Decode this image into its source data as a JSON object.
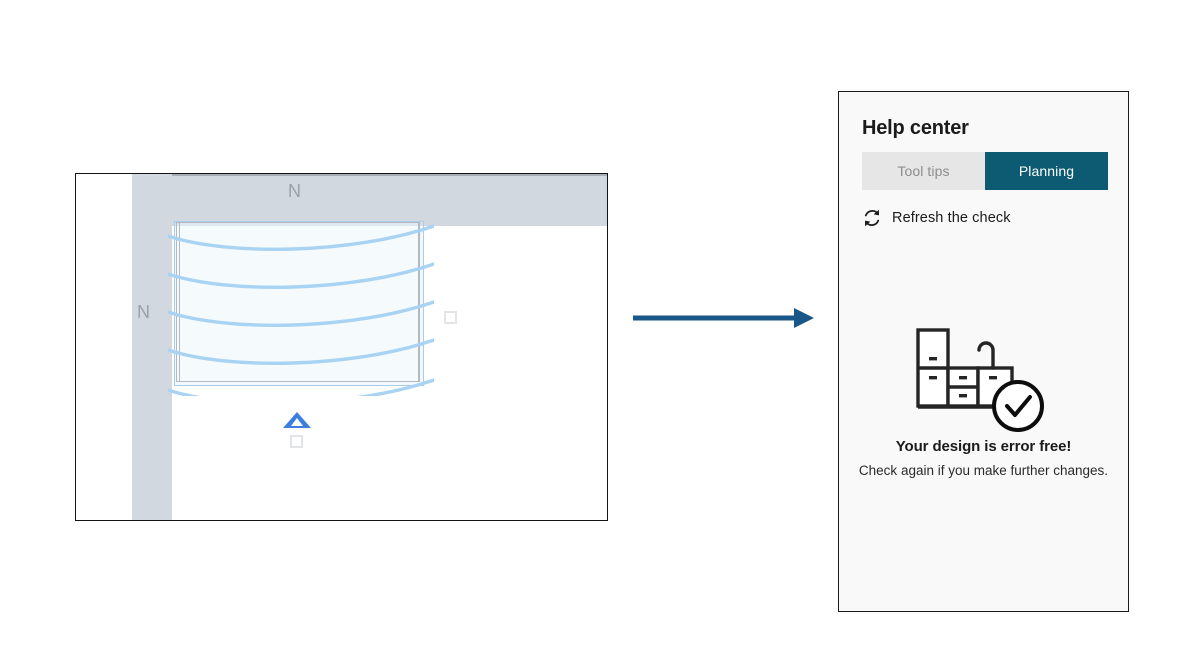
{
  "plan": {
    "name": "2d-floor-plan",
    "wall_labels": [
      {
        "id": "wall-top",
        "text": "N"
      },
      {
        "id": "wall-left",
        "text": "N"
      }
    ],
    "colors": {
      "wall_fill": "#d2d8e0",
      "wall_edge": "#a8aeb6",
      "canvas_border": "#141414",
      "selection_fill": "#dcecfa",
      "selection_stroke": "#a9cdeb",
      "curve_stroke": "#a9d3f2",
      "handle_fill": "#ffffff",
      "handle_stroke": "#e2e4e7",
      "rotate_handle": "#3c7fe0"
    },
    "handles": [
      {
        "name": "resize-handle-right",
        "shape": "square"
      },
      {
        "name": "resize-handle-bottom",
        "shape": "square"
      },
      {
        "name": "rotate-handle",
        "shape": "triangle"
      }
    ]
  },
  "arrow": {
    "name": "flow-arrow",
    "direction": "right",
    "color": "#1a5789"
  },
  "help_panel": {
    "title": "Help center",
    "tabs": [
      {
        "id": "tool-tips",
        "label": "Tool tips",
        "active": false
      },
      {
        "id": "planning",
        "label": "Planning",
        "active": true
      }
    ],
    "refresh": {
      "icon": "refresh-icon",
      "label": "Refresh the check"
    },
    "illustration": {
      "icon": "kitchen-cabinets-check-icon",
      "description": "kitchen cabinet run with check badge"
    },
    "status": {
      "heading": "Your design is error free!",
      "subtext": "Check again if you make further changes."
    },
    "colors": {
      "panel_bg": "#f9f9f9",
      "panel_border": "#1b1b1b",
      "tab_active_bg": "#0c5b72",
      "tab_active_text": "#ffffff",
      "tab_inactive_bg": "#e6e6e6",
      "tab_inactive_text": "#8d8d8d",
      "text": "#1b1b1b"
    }
  }
}
